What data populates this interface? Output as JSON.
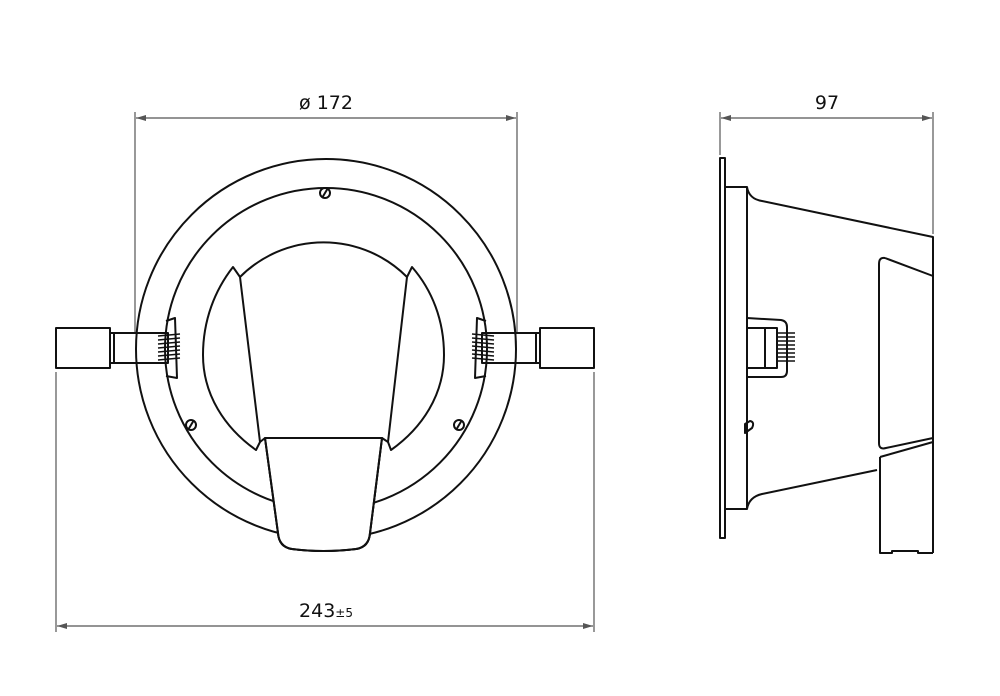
{
  "dimensions": {
    "cutout_diameter": {
      "symbol": "ø",
      "value": "172"
    },
    "overall_width": {
      "value": "243",
      "tolerance": "±5"
    },
    "depth": {
      "value": "97"
    }
  },
  "colors": {
    "line": "#111111",
    "dimension_line": "#555555",
    "background": "#ffffff"
  }
}
